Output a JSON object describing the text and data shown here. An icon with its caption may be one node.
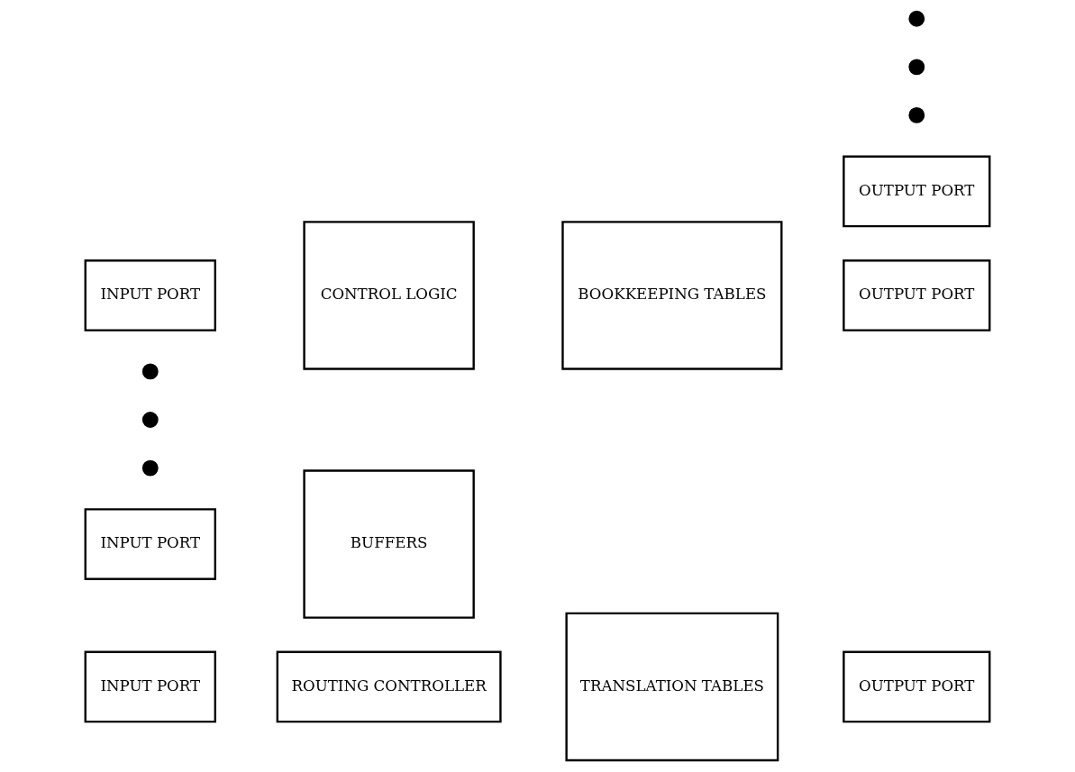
{
  "diagram": {
    "nodes": [
      {
        "text": [
          "INPUT PORT"
        ]
      },
      {
        "text": [
          "ROUTING CONTROLLER"
        ]
      },
      {
        "text": [
          "OUTPUT PORT"
        ]
      },
      {
        "text": [
          "INPUT PORT"
        ]
      },
      {
        "text": [
          "BUFFERS"
        ]
      },
      {
        "text": [
          "TRANSLATION TABLES"
        ]
      },
      {
        "text": [
          "OUTPUT PORT"
        ]
      },
      {
        "text": [],
        "shape": "circle"
      },
      {
        "text": [],
        "shape": "circle"
      },
      {
        "text": [],
        "shape": "circle"
      },
      {
        "text": [],
        "shape": "circle"
      },
      {
        "text": [],
        "shape": "circle"
      },
      {
        "text": [],
        "shape": "circle"
      },
      {
        "text": [
          "CONTROL LOGIC"
        ]
      },
      {
        "text": [
          "BOOKKEEPING TABLES"
        ]
      },
      {
        "text": [
          "INPUT PORT"
        ]
      },
      {
        "text": [
          "OUTPUT PORT"
        ]
      }
    ]
  }
}
